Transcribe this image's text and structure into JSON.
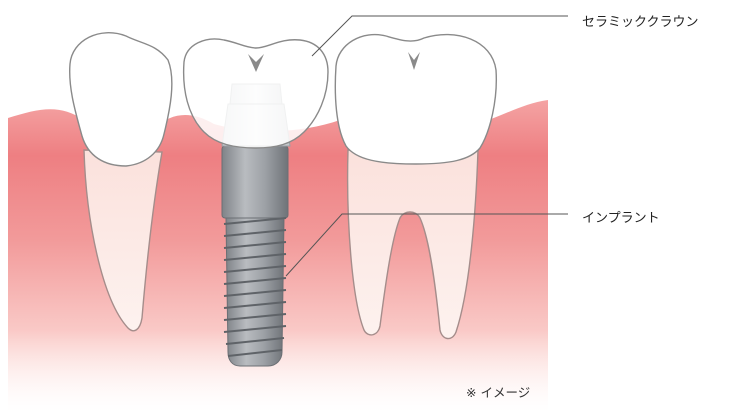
{
  "labels": {
    "crown": "セラミッククラウン",
    "implant": "インプラント"
  },
  "note": "※ イメージ",
  "colors": {
    "gum_light": "#f7b8b8",
    "gum_mid": "#f18c8c",
    "gum_dark": "#e96a6f",
    "bone_bottom": "#fde0dc",
    "tooth": "#ffffff",
    "tooth_outline": "#8a8a8a",
    "root_fill": "#fbe9e4",
    "implant_metal": "#9a9ea3",
    "implant_dark": "#6e7277",
    "abutment": "#d7d9dc",
    "leader_line": "#555555"
  }
}
